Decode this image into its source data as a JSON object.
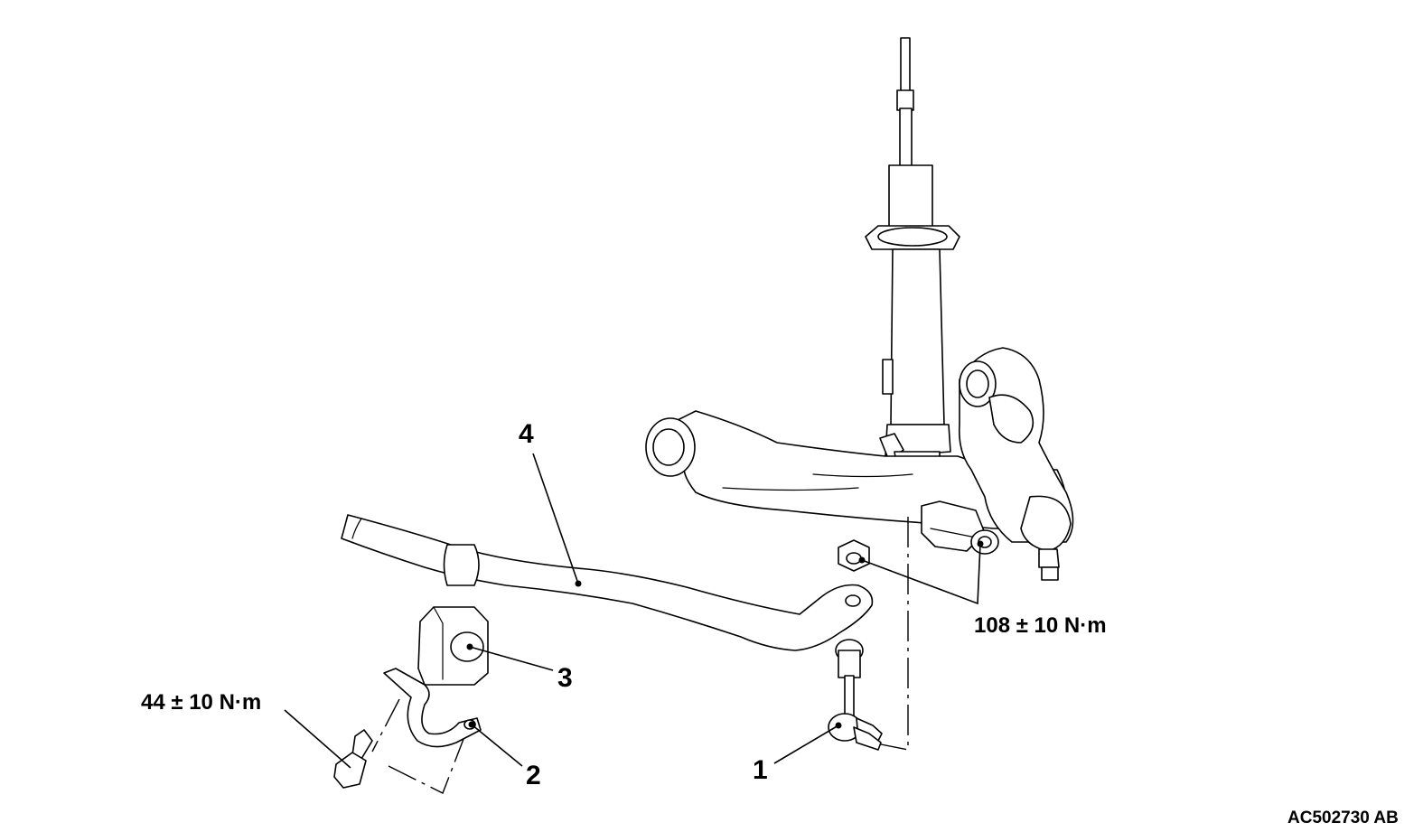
{
  "callouts": {
    "c1": "1",
    "c2": "2",
    "c3": "3",
    "c4": "4"
  },
  "torques": {
    "stabilizer_link_nuts": "108 ± 10 N·m",
    "bracket_bolt": "44 ± 10 N·m"
  },
  "figure_code": "AC502730 AB"
}
